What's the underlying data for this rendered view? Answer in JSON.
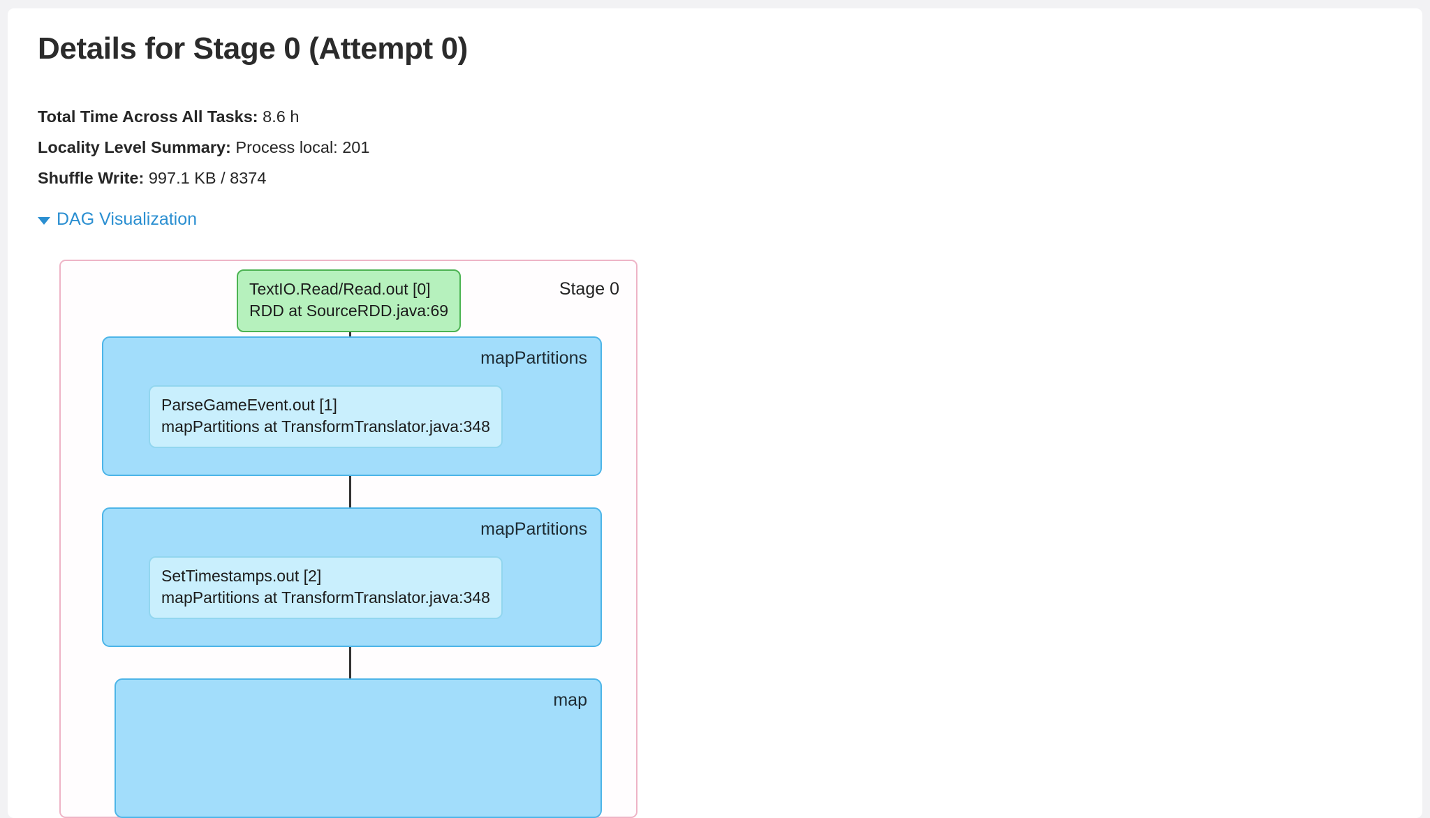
{
  "page": {
    "title": "Details for Stage 0 (Attempt 0)"
  },
  "summary": {
    "rows": [
      {
        "label": "Total Time Across All Tasks:",
        "value": " 8.6 h"
      },
      {
        "label": "Locality Level Summary:",
        "value": " Process local: 201"
      },
      {
        "label": "Shuffle Write:",
        "value": " 997.1 KB / 8374"
      }
    ]
  },
  "dag": {
    "toggle_label": "DAG Visualization",
    "toggle_icon": "caret-down-icon",
    "expanded": true,
    "stage_label": "Stage 0",
    "clusters": [
      {
        "label": "mapPartitions"
      },
      {
        "label": "mapPartitions"
      },
      {
        "label": "map"
      }
    ],
    "nodes": [
      {
        "kind": "source",
        "line1": "TextIO.Read/Read.out [0]",
        "line2": "RDD at SourceRDD.java:69"
      },
      {
        "kind": "rdd",
        "line1": "ParseGameEvent.out [1]",
        "line2": "mapPartitions at TransformTranslator.java:348"
      },
      {
        "kind": "rdd",
        "line1": "SetTimestamps.out [2]",
        "line2": "mapPartitions at TransformTranslator.java:348"
      }
    ]
  },
  "colors": {
    "page_background": "#f2f2f4",
    "card_background": "#ffffff",
    "link": "#2b8fd1",
    "stage_border": "#eeb4c6",
    "cluster_fill": "#a2ddfb",
    "cluster_border": "#4db5e8",
    "source_node_fill": "#b6f1bd",
    "source_node_border": "#4cb352",
    "rdd_node_fill": "#c9effd",
    "rdd_node_border": "#92d6ef",
    "edge": "#333333"
  }
}
